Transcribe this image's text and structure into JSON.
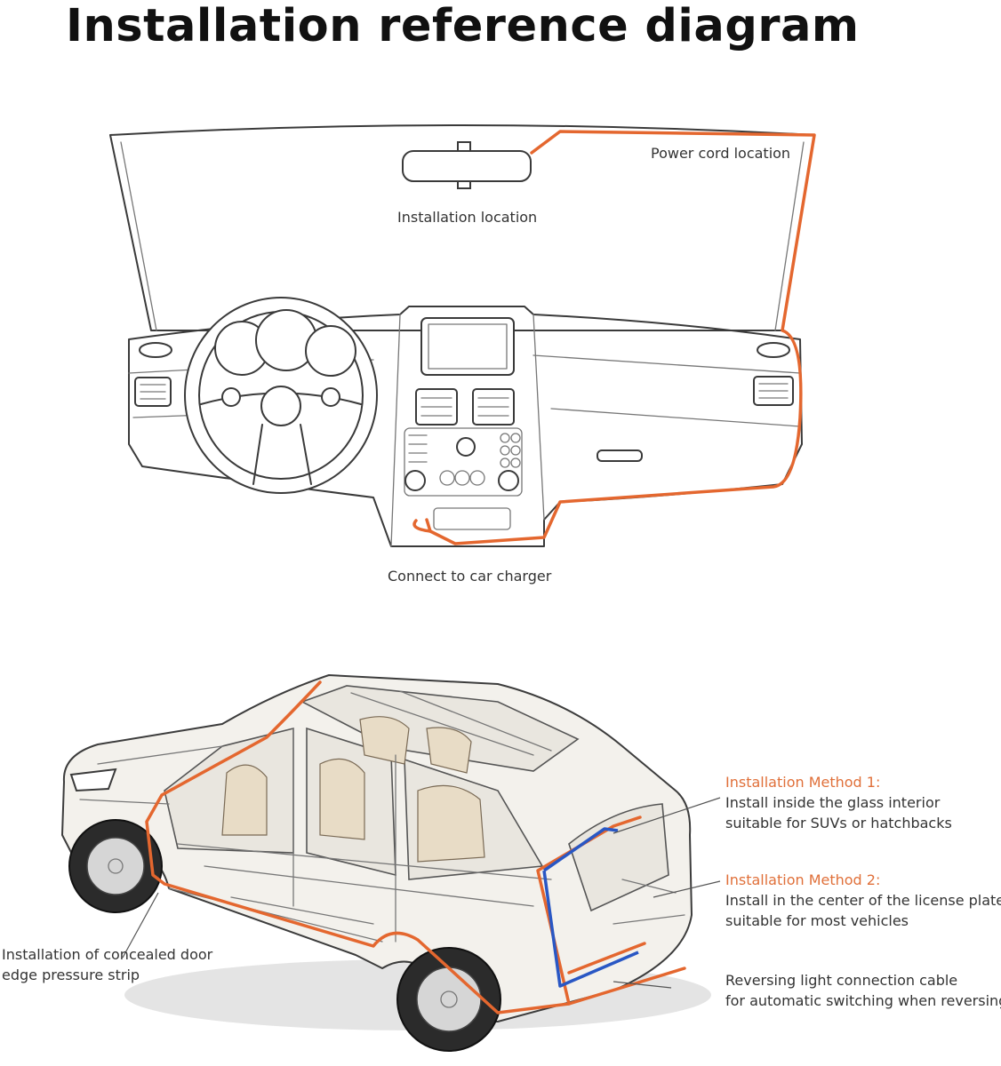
{
  "title": "Installation reference diagram",
  "labels": {
    "power_cord_location": "Power cord location",
    "installation_location": "Installation location",
    "connect_car_charger": "Connect to car charger",
    "method1_title": "Installation Method 1:",
    "method1_line1": "Install inside the glass interior",
    "method1_line2": "suitable for SUVs or hatchbacks",
    "method2_title": "Installation Method 2:",
    "method2_line1": "Install in the center of the license plate",
    "method2_line2": "suitable for most vehicles",
    "concealed_line1": "Installation of concealed door",
    "concealed_line2": "edge pressure strip",
    "reversing_line1": "Reversing light connection cable",
    "reversing_line2": "for automatic switching when reversing"
  },
  "colors": {
    "accent_orange": "#e4672f",
    "accent_blue": "#2957c4",
    "line_dark": "#3a3a3a"
  }
}
